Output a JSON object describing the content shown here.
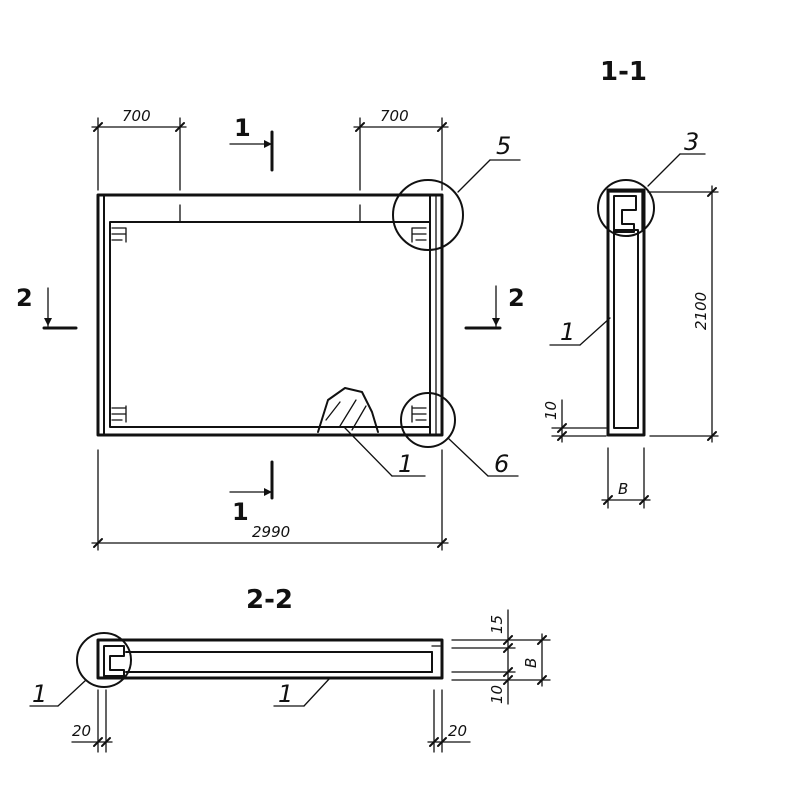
{
  "plan_view": {
    "dim_left_700": "700",
    "dim_right_700": "700",
    "dim_total": "2990",
    "section_1_top": "1",
    "section_1_bottom": "1",
    "section_2_left": "2",
    "section_2_right": "2",
    "callout_5": "5",
    "callout_6": "6",
    "callout_1": "1"
  },
  "section_1_1": {
    "title": "1-1",
    "dim_height": "2100",
    "dim_bottom": "10",
    "dim_width": "B",
    "callout_3": "3",
    "callout_1": "1"
  },
  "section_2_2": {
    "title": "2-2",
    "dim_15": "15",
    "dim_B": "B",
    "dim_10": "10",
    "dim_20_left": "20",
    "dim_20_right": "20",
    "callout_1_left": "1",
    "callout_1_right": "1"
  }
}
